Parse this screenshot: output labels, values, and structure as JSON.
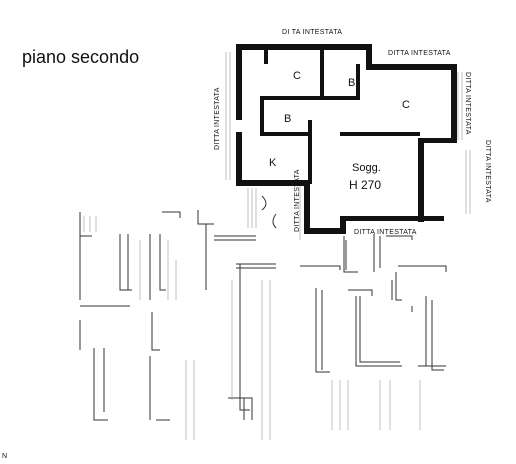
{
  "title": "piano secondo",
  "neighbour_label": "DITTA INTESTATA",
  "neighbour_label_top_left": "DI TA INTESTATA",
  "rooms": {
    "c_left": "C",
    "b_top": "B",
    "c_right": "C",
    "b_small": "B",
    "k": "K",
    "soggiorno": "Sogg.",
    "height": "H 270"
  },
  "corner_mark": "N"
}
